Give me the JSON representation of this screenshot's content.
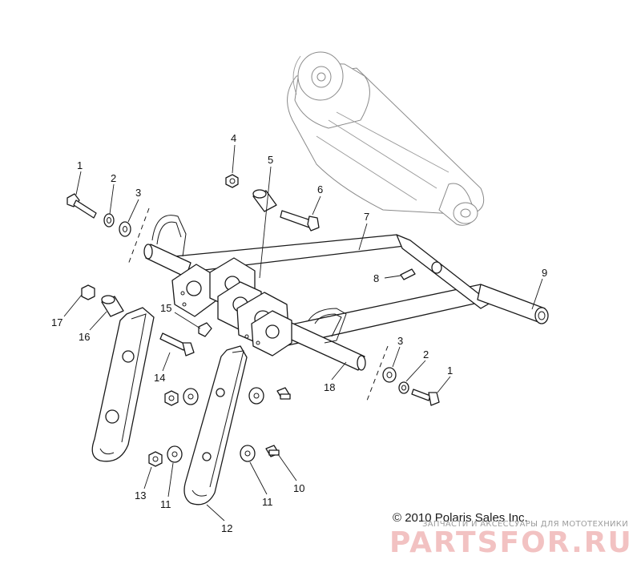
{
  "diagram": {
    "callouts": [
      {
        "id": "c1a",
        "text": "1"
      },
      {
        "id": "c2a",
        "text": "2"
      },
      {
        "id": "c3a",
        "text": "3"
      },
      {
        "id": "c4",
        "text": "4"
      },
      {
        "id": "c5",
        "text": "5"
      },
      {
        "id": "c6",
        "text": "6"
      },
      {
        "id": "c7",
        "text": "7"
      },
      {
        "id": "c8",
        "text": "8"
      },
      {
        "id": "c9",
        "text": "9"
      },
      {
        "id": "c3b",
        "text": "3"
      },
      {
        "id": "c2b",
        "text": "2"
      },
      {
        "id": "c1b",
        "text": "1"
      },
      {
        "id": "c18",
        "text": "18"
      },
      {
        "id": "c15",
        "text": "15"
      },
      {
        "id": "c17",
        "text": "17"
      },
      {
        "id": "c16",
        "text": "16"
      },
      {
        "id": "c14",
        "text": "14"
      },
      {
        "id": "c13",
        "text": "13"
      },
      {
        "id": "c11a",
        "text": "11"
      },
      {
        "id": "c11b",
        "text": "11"
      },
      {
        "id": "c10",
        "text": "10"
      },
      {
        "id": "c12",
        "text": "12"
      }
    ]
  },
  "watermark": {
    "tagline": "ЗАПЧАСТИ И АКСЕССУАРЫ ДЛЯ МОТОТЕХНИКИ",
    "brand": "PARTSFOR.RU"
  },
  "copyright": "© 2010 Polaris Sales Inc."
}
